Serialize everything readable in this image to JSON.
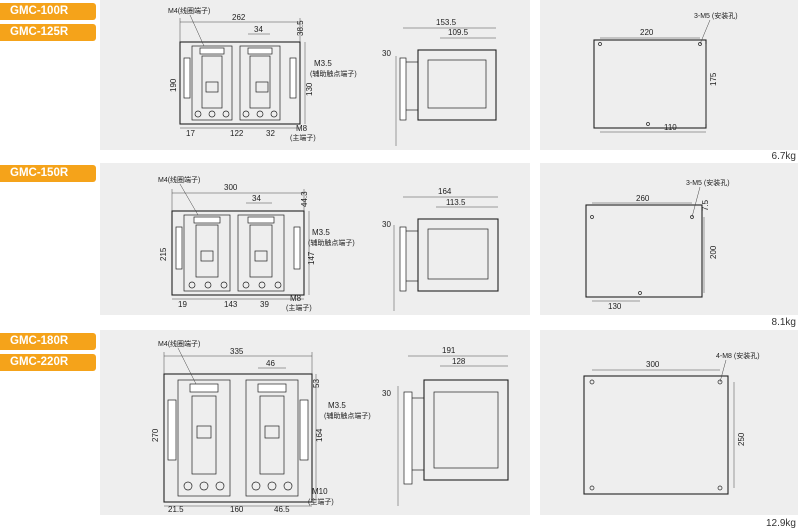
{
  "models": [
    {
      "badges": [
        "GMC-100R",
        "GMC-125R"
      ],
      "front": {
        "width": "262",
        "inner_width": "34",
        "top_offset": "38.5",
        "height": "190",
        "right_height": "130",
        "bottom_left": "17",
        "bottom_mid": "122",
        "bottom_right": "32",
        "coil_terminal": "M4(线圈端子)",
        "aux_screw": "M3.5",
        "aux_terminal": "(辅助触点端子)",
        "main_screw": "M8",
        "main_terminal": "(主端子)"
      },
      "side": {
        "depth": "153.5",
        "inner_depth": "109.5",
        "rail": "30"
      },
      "mount": {
        "holes": "3-M5 (安装孔)",
        "width": "220",
        "height": "175",
        "bottom": "110"
      },
      "weight": "6.7kg"
    },
    {
      "badges": [
        "GMC-150R"
      ],
      "front": {
        "width": "300",
        "inner_width": "34",
        "top_offset": "44.3",
        "height": "215",
        "right_height": "147",
        "bottom_left": "19",
        "bottom_mid": "143",
        "bottom_right": "39",
        "coil_terminal": "M4(线圈端子)",
        "aux_screw": "M3.5",
        "aux_terminal": "(辅助触点端子)",
        "main_screw": "M8",
        "main_terminal": "(主端子)"
      },
      "side": {
        "depth": "164",
        "inner_depth": "113.5",
        "rail": "30"
      },
      "mount": {
        "holes": "3-M5 (安装孔)",
        "width": "260",
        "top_offset": "7.5",
        "height": "200",
        "bottom": "130"
      },
      "weight": "8.1kg"
    },
    {
      "badges": [
        "GMC-180R",
        "GMC-220R"
      ],
      "front": {
        "width": "335",
        "inner_width": "46",
        "top_offset": "53",
        "height": "270",
        "right_height": "164",
        "bottom_left": "21.5",
        "bottom_mid": "160",
        "bottom_right": "46.5",
        "coil_terminal": "M4(线圈端子)",
        "aux_screw": "M3.5",
        "aux_terminal": "(辅助触点端子)",
        "main_screw": "M10",
        "main_terminal": "(主端子)"
      },
      "side": {
        "depth": "191",
        "inner_depth": "128",
        "rail": "30"
      },
      "mount": {
        "holes": "4-M8 (安装孔)",
        "width": "300",
        "height": "250"
      },
      "weight": "12.9kg"
    }
  ]
}
